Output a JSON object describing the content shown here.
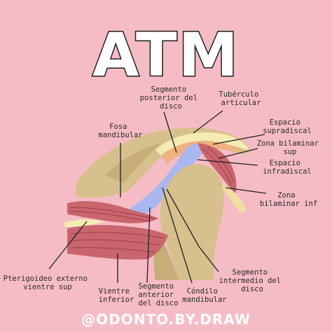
{
  "title": "ATM",
  "credit": "@ODONTO.BY.DRAW",
  "colors": {
    "background": "#f6bcc6",
    "bone": "#d8c08e",
    "bone_dark": "#c7ad78",
    "disc": "#a9b7ee",
    "muscle": "#c9656d",
    "muscle_dark": "#9e3f48",
    "cartilage_cream": "#f4ecb2",
    "cartilage_orange": "#eeb27f",
    "bilaminar": "#f1dfa1"
  },
  "labels": {
    "segmento_posterior": [
      "Segmento",
      "posterior del",
      "disco"
    ],
    "tuberculo": [
      "Tubérculo",
      "articular"
    ],
    "fosa": [
      "Fosa",
      "mandibular"
    ],
    "espacio_supra": [
      "Espacio",
      "supradiscal"
    ],
    "zona_sup": [
      "Zona bilaminar",
      "sup"
    ],
    "espacio_infra": [
      "Espacio",
      "infradiscal"
    ],
    "zona_inf": [
      "Zona",
      "bilaminar inf"
    ],
    "pterigoideo": [
      "Pterigoideo externo",
      "vientre sup"
    ],
    "vientre_inf": [
      "Vientre",
      "inferior"
    ],
    "segmento_anterior": [
      "Segmento",
      "anterior",
      "del disco"
    ],
    "condilo": [
      "Cóndilo",
      "mandibular"
    ],
    "segmento_intermedio": [
      "Segmento",
      "intermedio del",
      "disco"
    ]
  }
}
